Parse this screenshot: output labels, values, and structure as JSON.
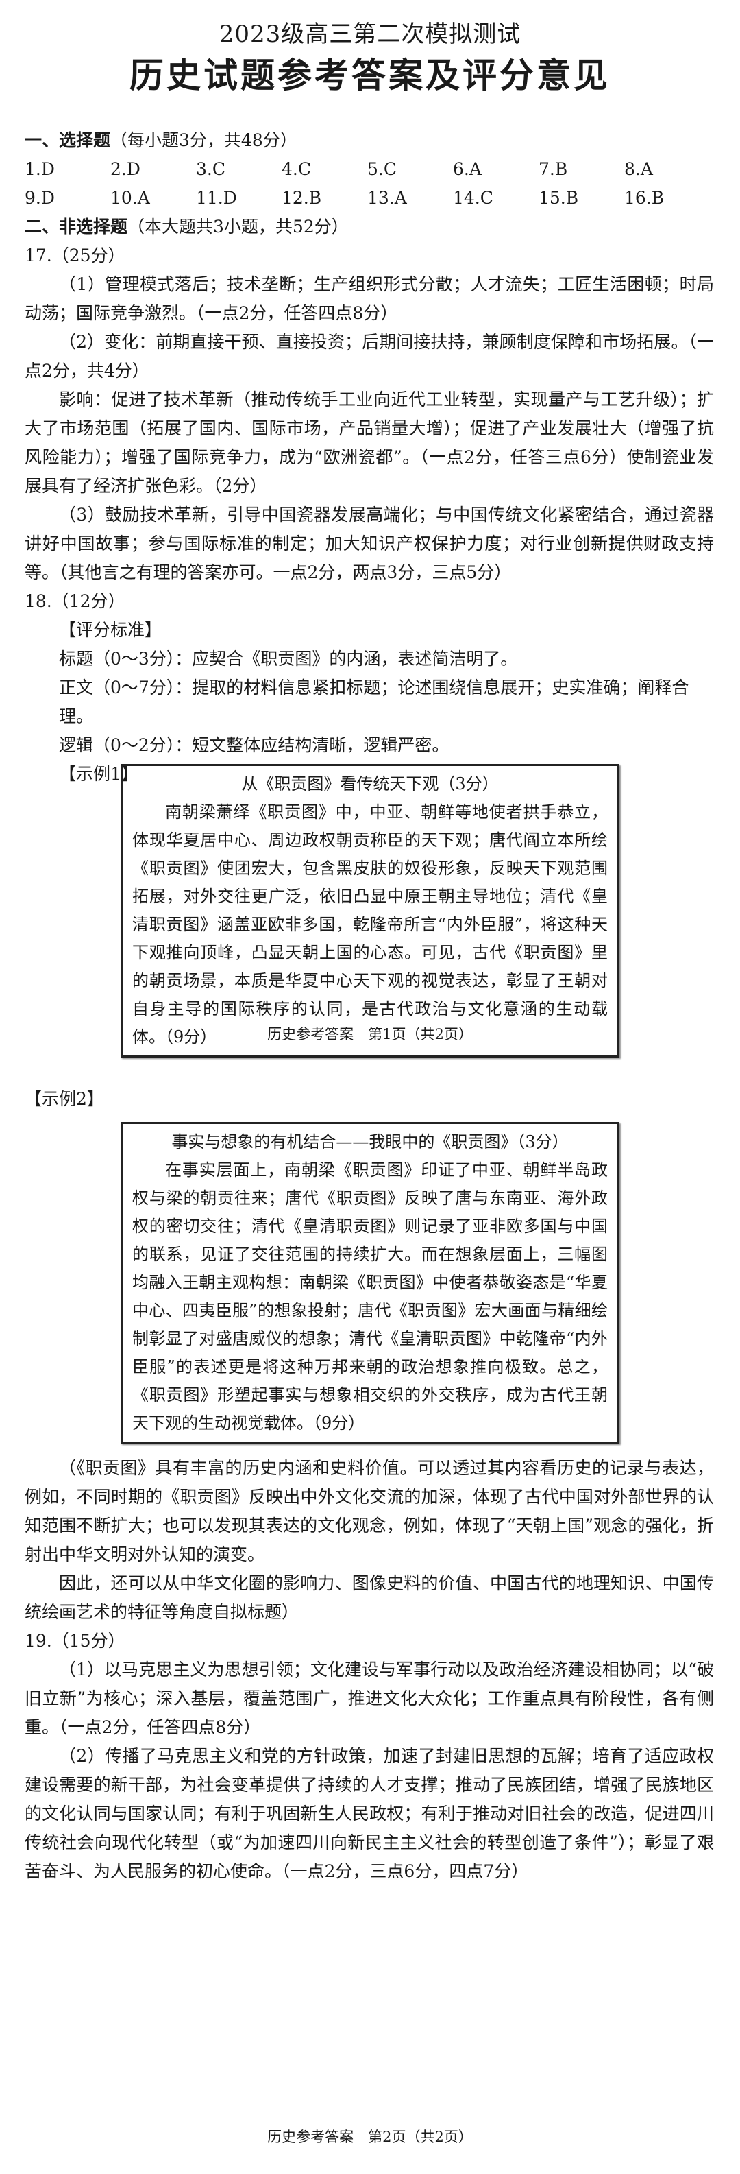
{
  "header": {
    "title": "2023级高三第二次模拟测试",
    "subtitle": "历史试题参考答案及评分意见"
  },
  "section1": {
    "heading": "一、选择题",
    "note": "（每小题3分，共48分）",
    "answers": [
      "1.D",
      "2.D",
      "3.C",
      "4.C",
      "5.C",
      "6.A",
      "7.B",
      "8.A",
      "9.D",
      "10.A",
      "11.D",
      "12.B",
      "13.A",
      "14.C",
      "15.B",
      "16.B"
    ]
  },
  "section2": {
    "heading": "二、非选择题",
    "note": "（本大题共3小题，共52分）"
  },
  "q17": {
    "label": "17.（25分）",
    "p1": "（1）管理模式落后；技术垄断；生产组织形式分散；人才流失；工匠生活困顿；时局动荡；国际竞争激烈。（一点2分，任答四点8分）",
    "p2": "（2）变化：前期直接干预、直接投资；后期间接扶持，兼顾制度保障和市场拓展。（一点2分，共4分）",
    "p3": "影响：促进了技术革新（推动传统手工业向近代工业转型，实现量产与工艺升级）；扩大了市场范围（拓展了国内、国际市场，产品销量大增）；促进了产业发展壮大（增强了抗风险能力）；增强了国际竞争力，成为“欧洲瓷都”。（一点2分，任答三点6分）使制瓷业发展具有了经济扩张色彩。（2分）",
    "p4": "（3）鼓励技术革新，引导中国瓷器发展高端化；与中国传统文化紧密结合，通过瓷器讲好中国故事；参与国际标准的制定；加大知识产权保护力度；对行业创新提供财政支持等。（其他言之有理的答案亦可。一点2分，两点3分，三点5分）"
  },
  "q18": {
    "label": "18.（12分）",
    "criteria_heading": "【评分标准】",
    "criteria": [
      "标题（0～3分）：应契合《职贡图》的内涵，表述简洁明了。",
      "正文（0～7分）：提取的材料信息紧扣标题；论述围绕信息展开；史实准确；阐释合理。",
      "逻辑（0～2分）：短文整体应结构清晰，逻辑严密。"
    ],
    "example1": {
      "label": "【示例1】",
      "title": "从《职贡图》看传统天下观（3分）",
      "body": "南朝梁萧绎《职贡图》中，中亚、朝鲜等地使者拱手恭立，体现华夏居中心、周边政权朝贡称臣的天下观；唐代阎立本所绘《职贡图》使团宏大，包含黑皮肤的奴役形象，反映天下观范围拓展，对外交往更广泛，依旧凸显中原王朝主导地位；清代《皇清职贡图》涵盖亚欧非多国，乾隆帝所言“内外臣服”，将这种天下观推向顶峰，凸显天朝上国的心态。可见，古代《职贡图》里的朝贡场景，本质是华夏中心天下观的视觉表达，彰显了王朝对自身主导的国际秩序的认同，是古代政治与文化意涵的生动载体。（9分）"
    },
    "example2": {
      "label": "【示例2】",
      "title": "事实与想象的有机结合——我眼中的《职贡图》（3分）",
      "body": "在事实层面上，南朝梁《职贡图》印证了中亚、朝鲜半岛政权与梁的朝贡往来；唐代《职贡图》反映了唐与东南亚、海外政权的密切交往；清代《皇清职贡图》则记录了亚非欧多国与中国的联系，见证了交往范围的持续扩大。而在想象层面上，三幅图均融入王朝主观构想：南朝梁《职贡图》中使者恭敬姿态是“华夏中心、四夷臣服”的想象投射；唐代《职贡图》宏大画面与精细绘制彰显了对盛唐威仪的想象；清代《皇清职贡图》中乾隆帝“内外臣服”的表述更是将这种万邦来朝的政治想象推向极致。总之，《职贡图》形塑起事实与想象相交织的外交秩序，成为古代王朝天下观的生动视觉载体。（9分）"
    },
    "note1": "（《职贡图》具有丰富的历史内涵和史料价值。可以透过其内容看历史的记录与表达，例如，不同时期的《职贡图》反映出中外文化交流的加深，体现了古代中国对外部世界的认知范围不断扩大；也可以发现其表达的文化观念，例如，体现了“天朝上国”观念的强化，折射出中华文明对外认知的演变。",
    "note2": "因此，还可以从中华文化圈的影响力、图像史料的价值、中国古代的地理知识、中国传统绘画艺术的特征等角度自拟标题）"
  },
  "q19": {
    "label": "19.（15分）",
    "p1": "（1）以马克思主义为思想引领；文化建设与军事行动以及政治经济建设相协同；以“破旧立新”为核心；深入基层，覆盖范围广，推进文化大众化；工作重点具有阶段性，各有侧重。（一点2分，任答四点8分）",
    "p2": "（2）传播了马克思主义和党的方针政策，加速了封建旧思想的瓦解；培育了适应政权建设需要的新干部，为社会变革提供了持续的人才支撑；推动了民族团结，增强了民族地区的文化认同与国家认同；有利于巩固新生人民政权；有利于推动对旧社会的改造，促进四川传统社会向现代化转型（或“为加速四川向新民主主义社会的转型创造了条件”）；彰显了艰苦奋斗、为人民服务的初心使命。（一点2分，三点6分，四点7分）"
  },
  "footer": {
    "page1": "历史参考答案　第1页（共2页）",
    "page2": "历史参考答案　第2页（共2页）"
  }
}
